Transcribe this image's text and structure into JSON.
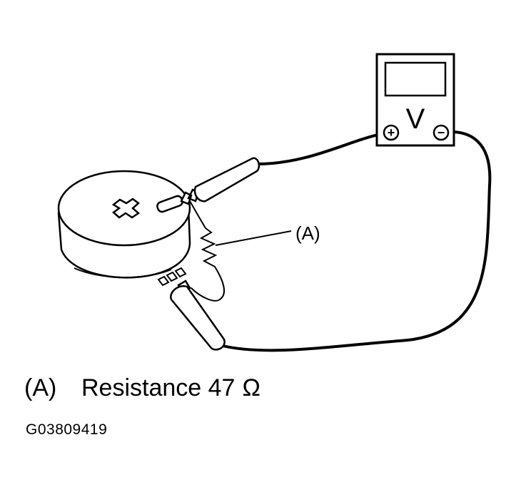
{
  "diagram": {
    "meter": {
      "mode_symbol": "V",
      "positive_terminal_symbol": "+",
      "negative_terminal_symbol": "−"
    },
    "resistor_callout": "(A)"
  },
  "legend": {
    "key": "(A)",
    "description": "Resistance 47",
    "unit_symbol": "Ω"
  },
  "figure_id": "G03809419"
}
